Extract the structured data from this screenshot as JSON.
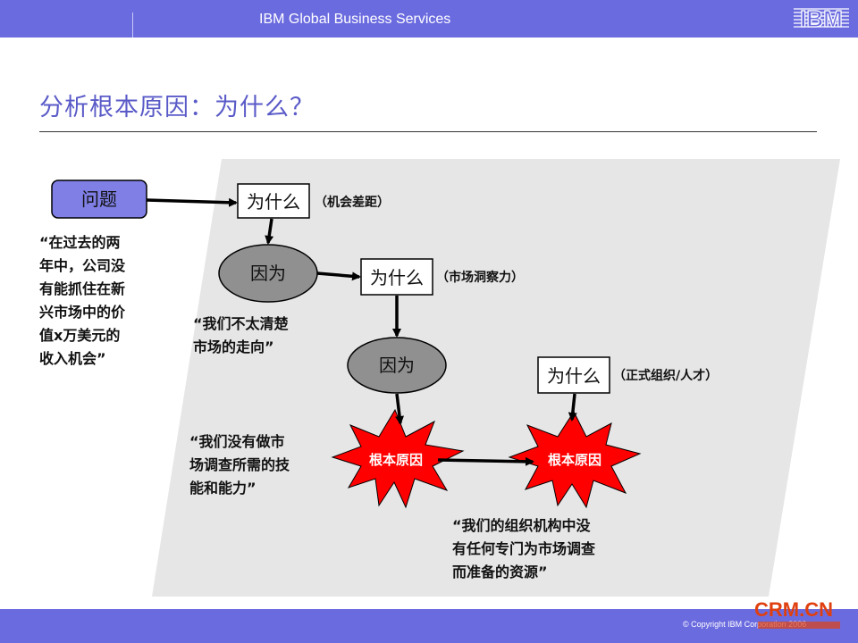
{
  "header": {
    "brand_text": "IBM Global Business Services",
    "logo_text": "IBM"
  },
  "page": {
    "title": "分析根本原因：为什么？"
  },
  "diagram": {
    "problem_label": "问题",
    "problem_quote": [
      "“在过去的两",
      "年中，公司没",
      "有能抓住在新",
      "兴市场中的价",
      "值x万美元的",
      "收入机会”"
    ],
    "why1": {
      "label": "为什么",
      "note": "（机会差距）"
    },
    "because1": {
      "label": "因为",
      "quote": [
        "“我们不太清楚",
        "市场的走向”"
      ]
    },
    "why2": {
      "label": "为什么",
      "note": "（市场洞察力）"
    },
    "because2": {
      "label": "因为",
      "quote": [
        "“我们没有做市",
        "场调查所需的技",
        "能和能力”"
      ]
    },
    "why3": {
      "label": "为什么",
      "note": "（正式组织/人才）"
    },
    "root1": {
      "label": "根本原因"
    },
    "root2": {
      "label": "根本原因",
      "quote": [
        "“我们的组织机构中没",
        "有任何专门为市场调查",
        "而准备的资源”"
      ]
    }
  },
  "footer": {
    "copyright": "© Copyright IBM Corporation 2006",
    "watermark": "CRM.CN"
  },
  "colors": {
    "brand_bar": "#6b6be0",
    "problem_box": "#7f7fe6",
    "oval": "#909090",
    "starburst": "#ff0000",
    "panel": "#e6e6e6",
    "title": "#5a5ac8"
  }
}
